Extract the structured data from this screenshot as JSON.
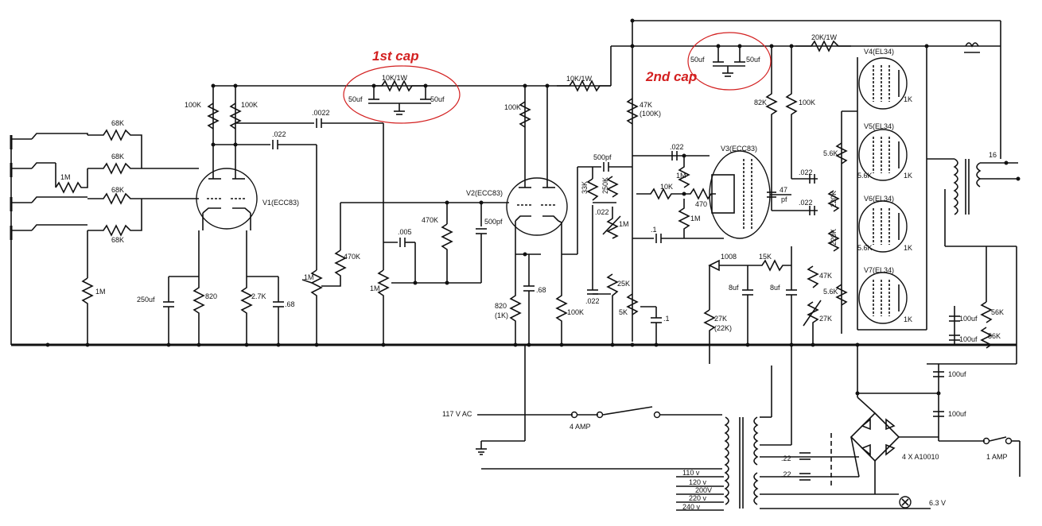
{
  "annotations": {
    "first_cap": "1st cap",
    "second_cap": "2nd cap",
    "color": "#d32020"
  },
  "tubes": {
    "v1": "V1(ECC83)",
    "v2": "V2(ECC83)",
    "v3": "V3(ECC83)",
    "v4": "V4(EL34)",
    "v5": "V5(EL34)",
    "v6": "V6(EL34)",
    "v7": "V7(EL34)"
  },
  "input_stage": {
    "r_68k_1": "68K",
    "r_68k_2": "68K",
    "r_68k_3": "68K",
    "r_68k_4": "68K",
    "r_1m_mid": "1M",
    "r_1m_grid": "1M",
    "r_100k_a": "100K",
    "r_100k_b": "100K",
    "c_0022": ".0022",
    "c_022": ".022",
    "c_250uf": "250uf",
    "r_820": "820",
    "r_2_7k": "2.7K",
    "c_68": ".68"
  },
  "first_cap": {
    "r_10k": "10K/1W",
    "c_left": "50uf",
    "c_right": "50uf"
  },
  "tone_stage": {
    "pot_1m_a": "1M",
    "r_470k_a": "470K",
    "pot_1m_b": "1M",
    "c_005": ".005",
    "r_470k_b": "470K",
    "c_500pf": "500pf",
    "r_100k_v2": "100K",
    "r_820_1k": "820",
    "r_1k_paren": "(1K)",
    "c_68_v2": ".68",
    "r_100k_v2_k": "100K"
  },
  "mid_stage": {
    "r_10k_1w": "10K/1W",
    "r_47k": "47K",
    "r_100k_paren": "(100K)",
    "c_500pf_top": "500pf",
    "r_33k": "33K",
    "r_250k": "250K",
    "c_022_mid": ".022",
    "pot_1m": "1M",
    "c_022_low": ".022",
    "pot_25k": "25K",
    "r_5k": "5K",
    "c_1": ".1",
    "c_1_lower": ".1"
  },
  "pi_stage": {
    "c_022": ".022",
    "r_1m_a": "1M",
    "r_10k": "10K",
    "r_470": "470",
    "r_1m_b": "1M",
    "c_47pf_a": "47",
    "c_47pf_b": "pf",
    "r_82k": "82K",
    "r_100k": "100K",
    "c_022_top": ".022",
    "c_022_bot": ".022"
  },
  "second_cap": {
    "c_left": "50uf",
    "c_right": "50uf",
    "r_20k": "20K/1W"
  },
  "power_section": {
    "r_5_6k_a": "5.6K",
    "r_5_6k_b": "5.6K",
    "r_5_6k_c": "5.6K",
    "r_5_6k_d": "5.6K",
    "r_1k_a": "1K",
    "r_1k_b": "1K",
    "r_1k_c": "1K",
    "r_1k_d": "1K",
    "r_220k_a": "220K",
    "r_220k_b": "220K",
    "d_1008": "1008",
    "r_15k": "15K",
    "c_8uf_a": "8uf",
    "c_8uf_b": "8uf",
    "r_27k_22k": "27K",
    "r_27k_paren": "(22K)",
    "r_47k_bias": "47K",
    "pot_27k": "27K",
    "r_56k_a": "56K",
    "r_56k_b": "56K",
    "c_100uf_a": "100uf",
    "c_100uf_b": "100uf",
    "c_100uf_c": "100uf",
    "c_100uf_d": "100uf",
    "ohm_16": "16",
    "ac_in": "117 V AC",
    "fuse_4a": "4 AMP",
    "fuse_1a": "1 AMP",
    "diodes": "4 X A10010",
    "heater": "6.3 V",
    "cap_22_a": ".22",
    "cap_22_b": ".22",
    "tap_110": "110 v",
    "tap_120": "120 v",
    "tap_200": "200V",
    "tap_220": "220 v",
    "tap_240": "240 v"
  }
}
